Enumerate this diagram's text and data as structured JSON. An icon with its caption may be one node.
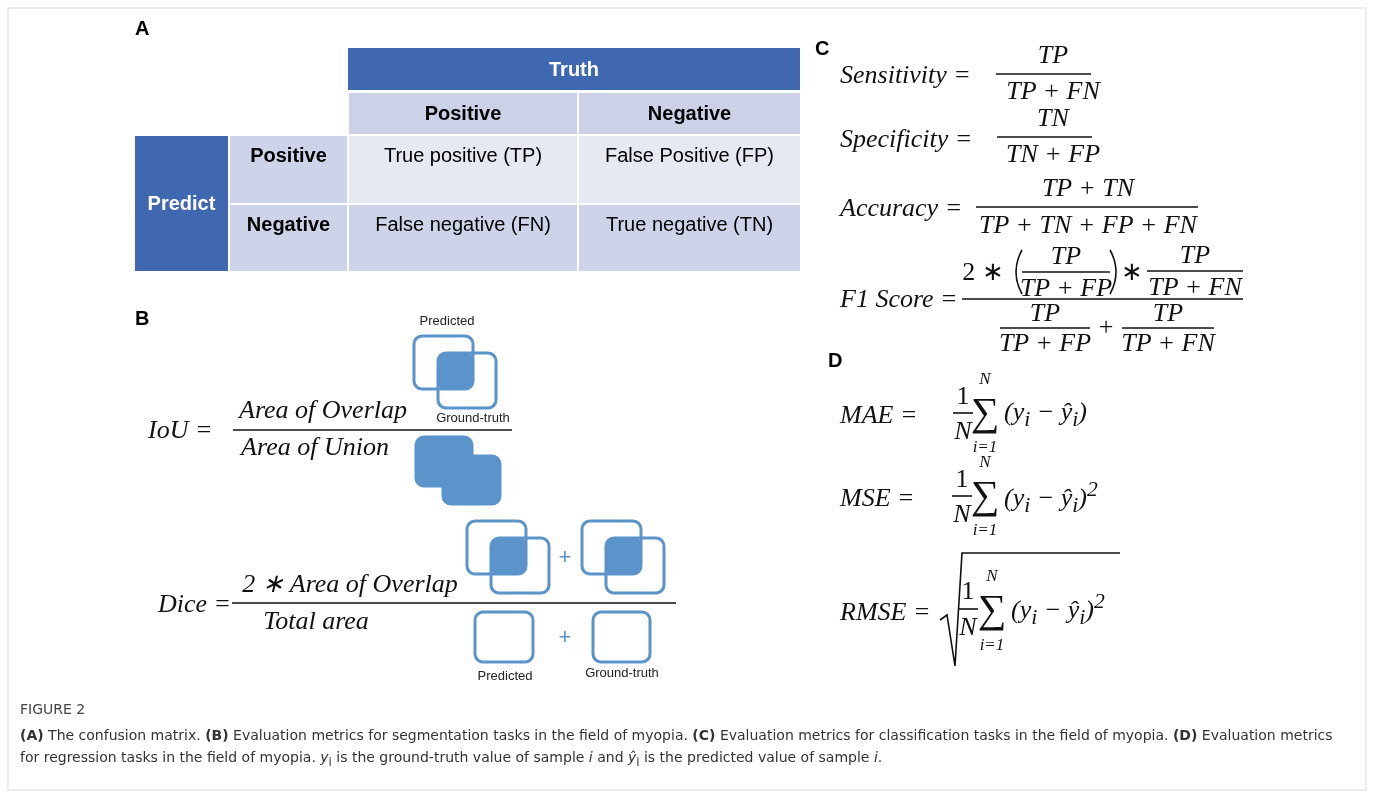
{
  "diagram": {
    "title": "FIGURE 2",
    "caption": "**(A)** The confusion matrix. **(B)** Evaluation metrics for segmentation tasks in the field of myopia. **(C)** Evaluation metrics for classification tasks in the field of myopia. **(D)** Evaluation metrics for regression tasks in the field of myopia. *y*$_{i}$ is the ground-truth value of sample *i* and *ŷ*$_{i}$ is the predicted value of sample *i*.",
    "labels": [
      "A",
      "Truth",
      "Positive",
      "Negative",
      "Predict",
      "Positive",
      "True positive (TP)",
      "False Positive (FP)",
      "Negative",
      "False negative (FN)",
      "True negative (TN)",
      "B",
      "Predicted",
      "IoU =",
      "Area of Overlap",
      "Ground-truth",
      "Area of Union",
      "+",
      "Dice =",
      "2 ∗ Area of Overlap",
      "Total area",
      "+",
      "Predicted",
      "Ground-truth",
      "C",
      "Sensitivity =",
      "TP",
      "TP + FN",
      "Specificity =",
      "TN",
      "TN + FP",
      "Accuracy =",
      "TP + TN",
      "TP + TN + FP + FN",
      "F1 Score =",
      "2 ∗",
      "TP",
      "TP + FP",
      "∗",
      "TP",
      "TP + FN",
      "TP",
      "TP + FP",
      "+",
      "TP",
      "TP + FN",
      "D",
      "MAE =",
      "1",
      "N",
      "N",
      "∑",
      "i=1",
      "(y$_{i}$ − ŷ$_{i}$)",
      "MSE =",
      "1",
      "N",
      "N",
      "∑",
      "i=1",
      "(y$_{i}$ − ŷ$_{i}$)$^{2}$",
      "RMSE =",
      "1",
      "N",
      "N",
      "∑",
      "i=1",
      "(y$_{i}$ − ŷ$_{i}$)$^{2}$"
    ]
  }
}
